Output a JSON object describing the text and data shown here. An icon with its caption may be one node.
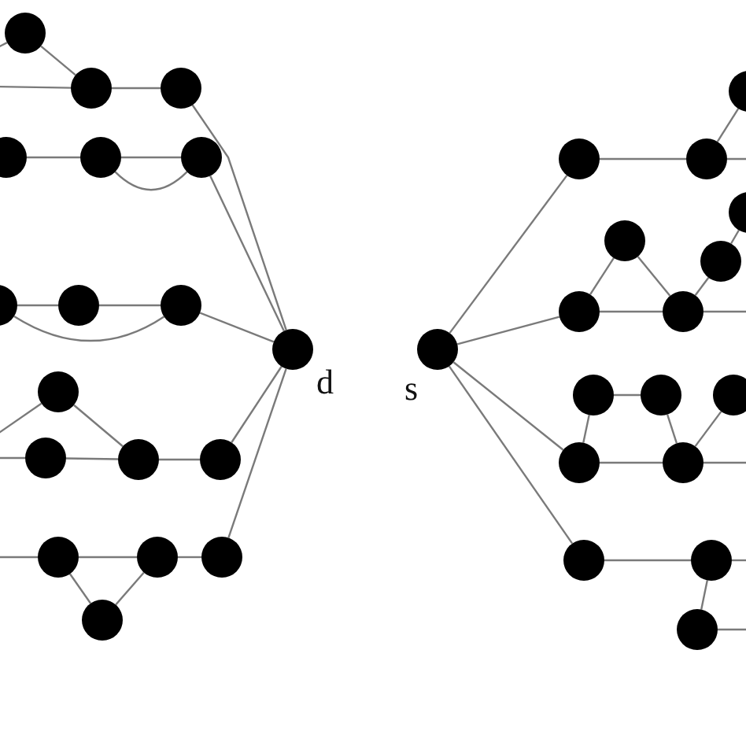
{
  "diagram": {
    "nodes": [
      {
        "text": [],
        "shape": "circle"
      },
      {
        "text": [],
        "shape": "circle"
      },
      {
        "text": [],
        "shape": "circle"
      },
      {
        "text": [],
        "shape": "circle"
      },
      {
        "text": [],
        "shape": "circle"
      },
      {
        "text": [],
        "shape": "circle"
      },
      {
        "text": [],
        "shape": "circle"
      },
      {
        "text": [],
        "shape": "circle"
      },
      {
        "text": [],
        "shape": "circle"
      },
      {
        "text": [],
        "shape": "circle"
      },
      {
        "text": [],
        "shape": "circle"
      },
      {
        "text": [],
        "shape": "circle"
      },
      {
        "text": [],
        "shape": "circle"
      },
      {
        "text": [],
        "shape": "circle"
      },
      {
        "text": [],
        "shape": "circle"
      },
      {
        "text": [],
        "shape": "circle"
      },
      {
        "text": [],
        "shape": "circle"
      },
      {
        "text": [],
        "shape": "circle",
        "beside": [
          "d"
        ]
      },
      {
        "text": [],
        "shape": "circle",
        "beside": [
          "s"
        ]
      },
      {
        "text": [],
        "shape": "circle"
      },
      {
        "text": [],
        "shape": "circle"
      },
      {
        "text": [],
        "shape": "circle"
      },
      {
        "text": [],
        "shape": "circle"
      },
      {
        "text": [],
        "shape": "circle"
      },
      {
        "text": [],
        "shape": "circle"
      },
      {
        "text": [],
        "shape": "circle"
      },
      {
        "text": [],
        "shape": "circle"
      },
      {
        "text": [],
        "shape": "circle"
      },
      {
        "text": [],
        "shape": "circle"
      },
      {
        "text": [],
        "shape": "circle"
      },
      {
        "text": [],
        "shape": "circle"
      },
      {
        "text": [],
        "shape": "circle"
      },
      {
        "text": [],
        "shape": "circle"
      },
      {
        "text": [],
        "shape": "circle"
      },
      {
        "text": [],
        "shape": "circle"
      }
    ],
    "edges": [
      {
        "from": null,
        "to": 0,
        "arrow": "none"
      },
      {
        "from": null,
        "to": 1,
        "arrow": "none"
      },
      {
        "from": 0,
        "to": 1,
        "arrow": "none"
      },
      {
        "from": 1,
        "to": 2,
        "arrow": "none"
      },
      {
        "from": 3,
        "to": 4,
        "arrow": "none"
      },
      {
        "from": 4,
        "to": 5,
        "arrow": "none"
      },
      {
        "from": 4,
        "to": 5,
        "arrow": "none"
      },
      {
        "from": 2,
        "to": 17,
        "arrow": "none"
      },
      {
        "from": 5,
        "to": 17,
        "arrow": "none"
      },
      {
        "from": 12,
        "to": 13,
        "arrow": "none"
      },
      {
        "from": 13,
        "to": 14,
        "arrow": "none"
      },
      {
        "from": 12,
        "to": 14,
        "arrow": "none"
      },
      {
        "from": 14,
        "to": 17,
        "arrow": "none"
      },
      {
        "from": null,
        "to": 19,
        "arrow": "none"
      },
      {
        "from": null,
        "to": 23,
        "arrow": "none"
      },
      {
        "from": 19,
        "to": 24,
        "arrow": "none"
      },
      {
        "from": 23,
        "to": 24,
        "arrow": "none"
      },
      {
        "from": 24,
        "to": 25,
        "arrow": "none"
      },
      {
        "from": 25,
        "to": 17,
        "arrow": "none"
      },
      {
        "from": null,
        "to": 28,
        "arrow": "none"
      },
      {
        "from": 28,
        "to": 29,
        "arrow": "none"
      },
      {
        "from": 29,
        "to": 30,
        "arrow": "none"
      },
      {
        "from": 28,
        "to": 33,
        "arrow": "none"
      },
      {
        "from": 29,
        "to": 33,
        "arrow": "none"
      },
      {
        "from": 30,
        "to": 17,
        "arrow": "none"
      },
      {
        "from": 18,
        "to": 6,
        "arrow": "none"
      },
      {
        "from": 18,
        "to": 15,
        "arrow": "none"
      },
      {
        "from": 18,
        "to": 26,
        "arrow": "none"
      },
      {
        "from": 18,
        "to": 31,
        "arrow": "none"
      },
      {
        "from": 6,
        "to": 7,
        "arrow": "none"
      },
      {
        "from": 7,
        "to": 8,
        "arrow": "none"
      },
      {
        "from": 7,
        "to": null,
        "arrow": "none"
      },
      {
        "from": 15,
        "to": 10,
        "arrow": "none"
      },
      {
        "from": 10,
        "to": 16,
        "arrow": "none"
      },
      {
        "from": 15,
        "to": 16,
        "arrow": "none"
      },
      {
        "from": 16,
        "to": 11,
        "arrow": "none"
      },
      {
        "from": 11,
        "to": 9,
        "arrow": "none"
      },
      {
        "from": 16,
        "to": null,
        "arrow": "none"
      },
      {
        "from": 20,
        "to": 21,
        "arrow": "none"
      },
      {
        "from": 20,
        "to": 26,
        "arrow": "none"
      },
      {
        "from": 21,
        "to": 27,
        "arrow": "none"
      },
      {
        "from": 22,
        "to": 27,
        "arrow": "none"
      },
      {
        "from": 26,
        "to": 27,
        "arrow": "none"
      },
      {
        "from": 27,
        "to": null,
        "arrow": "none"
      },
      {
        "from": 31,
        "to": 32,
        "arrow": "none"
      },
      {
        "from": 32,
        "to": null,
        "arrow": "none"
      },
      {
        "from": 32,
        "to": 34,
        "arrow": "none"
      },
      {
        "from": 34,
        "to": null,
        "arrow": "none"
      }
    ]
  }
}
